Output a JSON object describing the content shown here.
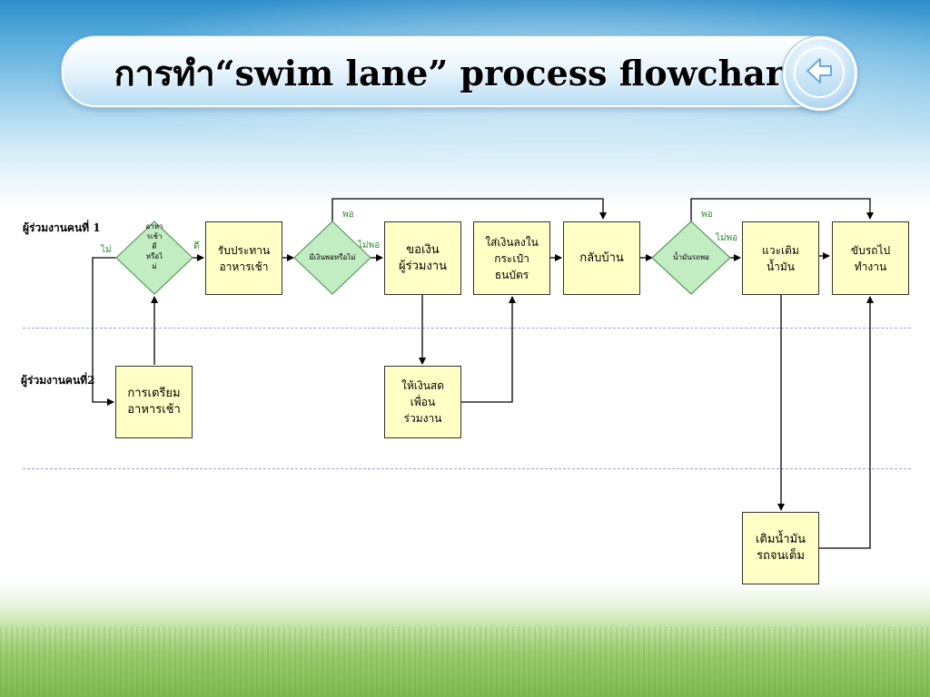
{
  "title": "การทำ“swim lane” process flowchart",
  "lanes": {
    "lane1": "ผู้ร่วมงานคนที่ 1",
    "lane2": "ผู้ร่วมงานคนที่2"
  },
  "decisions": {
    "d1": "อาหา\nรเช้า\nดี\nหรือไ\nม่",
    "d2": "มีเงินพอหรือไม่",
    "d3": "น้ำมันรถพอ"
  },
  "boxes": {
    "receive_breakfast": "รับประทาน\nอาหารเช้า",
    "ask_money": "ขอเงิน\nผู้ร่วมงาน",
    "put_money_wallet": "ใส่เงินลงใน\nกระเป๋า\nธนบัตร",
    "go_home": "กลับบ้าน",
    "stop_refuel": "แวะเติม\nน้ำมัน",
    "drive_to_work": "ขับรถไป\nทำงาน",
    "prepare_breakfast": "การเตรียม\nอาหารเช้า",
    "give_cash": "ให้เงินสด\nเพื่อน\nร่วมงาน",
    "fill_tank": "เติมน้ำมัน\nรถจนเต็ม"
  },
  "flow_labels": {
    "d1_no": "ไม่",
    "d1_yes": "ดี",
    "d2_yes": "พอ",
    "d2_no": "ไม่พอ",
    "d3_yes": "พอ",
    "d3_no": "ไม่พอ"
  },
  "colors": {
    "decision_fill": "#c2ecc2",
    "decision_stroke": "#5a9a5a",
    "box_fill": "#ffffc6",
    "label_green": "#2d8a2d"
  }
}
